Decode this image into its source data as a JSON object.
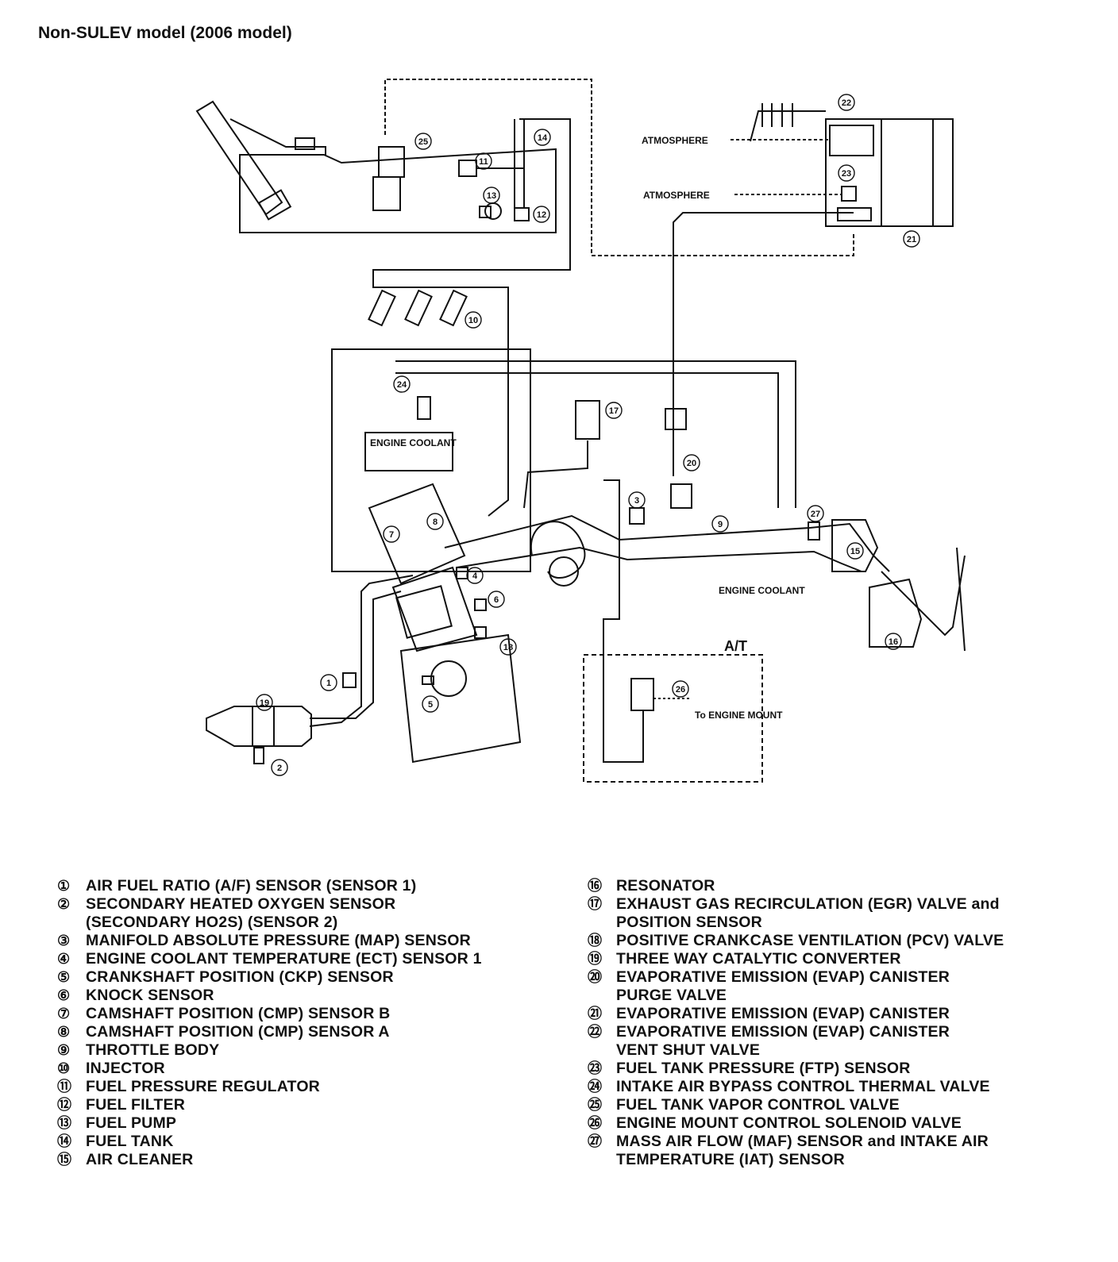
{
  "title": "Non-SULEV model (2006 model)",
  "diagram_labels": {
    "atmosphere_top": "ATMOSPHERE",
    "atmosphere_bottom": "ATMOSPHERE",
    "engine_coolant_upper": "ENGINE COOLANT",
    "engine_coolant_lower": "ENGINE COOLANT",
    "at_box": "A/T",
    "to_engine_mount": "To ENGINE MOUNT"
  },
  "legend_left": [
    {
      "num": "①",
      "text": "AIR FUEL RATIO (A/F) SENSOR (SENSOR 1)"
    },
    {
      "num": "②",
      "text": "SECONDARY HEATED OXYGEN SENSOR (SECONDARY HO2S) (SENSOR 2)"
    },
    {
      "num": "③",
      "text": "MANIFOLD ABSOLUTE PRESSURE (MAP) SENSOR"
    },
    {
      "num": "④",
      "text": "ENGINE COOLANT TEMPERATURE (ECT) SENSOR 1"
    },
    {
      "num": "⑤",
      "text": "CRANKSHAFT POSITION (CKP) SENSOR"
    },
    {
      "num": "⑥",
      "text": "KNOCK SENSOR"
    },
    {
      "num": "⑦",
      "text": "CAMSHAFT POSITION (CMP) SENSOR B"
    },
    {
      "num": "⑧",
      "text": "CAMSHAFT POSITION (CMP) SENSOR A"
    },
    {
      "num": "⑨",
      "text": "THROTTLE BODY"
    },
    {
      "num": "⑩",
      "text": "INJECTOR"
    },
    {
      "num": "⑪",
      "text": "FUEL PRESSURE REGULATOR"
    },
    {
      "num": "⑫",
      "text": "FUEL FILTER"
    },
    {
      "num": "⑬",
      "text": "FUEL PUMP"
    },
    {
      "num": "⑭",
      "text": "FUEL TANK"
    },
    {
      "num": "⑮",
      "text": "AIR CLEANER"
    }
  ],
  "legend_right": [
    {
      "num": "⑯",
      "text": "RESONATOR"
    },
    {
      "num": "⑰",
      "text": "EXHAUST GAS RECIRCULATION (EGR) VALVE and POSITION SENSOR"
    },
    {
      "num": "⑱",
      "text": "POSITIVE CRANKCASE VENTILATION (PCV) VALVE"
    },
    {
      "num": "⑲",
      "text": "THREE WAY CATALYTIC CONVERTER"
    },
    {
      "num": "⑳",
      "text": "EVAPORATIVE EMISSION (EVAP) CANISTER PURGE VALVE"
    },
    {
      "num": "㉑",
      "text": "EVAPORATIVE EMISSION (EVAP) CANISTER"
    },
    {
      "num": "㉒",
      "text": "EVAPORATIVE EMISSION (EVAP) CANISTER VENT SHUT VALVE"
    },
    {
      "num": "㉓",
      "text": "FUEL TANK PRESSURE (FTP) SENSOR"
    },
    {
      "num": "㉔",
      "text": "INTAKE AIR BYPASS CONTROL THERMAL VALVE"
    },
    {
      "num": "㉕",
      "text": "FUEL TANK VAPOR CONTROL VALVE"
    },
    {
      "num": "㉖",
      "text": "ENGINE MOUNT CONTROL SOLENOID VALVE"
    },
    {
      "num": "㉗",
      "text": "MASS AIR FLOW (MAF) SENSOR and INTAKE AIR TEMPERATURE (IAT) SENSOR"
    }
  ],
  "callouts": [
    "1",
    "2",
    "3",
    "4",
    "5",
    "6",
    "7",
    "8",
    "9",
    "10",
    "11",
    "12",
    "13",
    "14",
    "15",
    "16",
    "17",
    "18",
    "19",
    "20",
    "21",
    "22",
    "23",
    "24",
    "25",
    "26",
    "27"
  ]
}
